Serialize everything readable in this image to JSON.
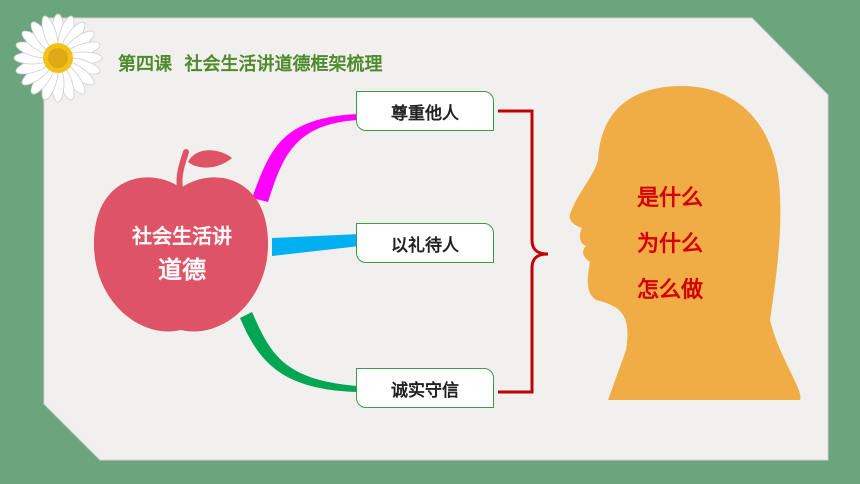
{
  "title": "第四课  社会生活讲道德框架梳理",
  "center": {
    "line1": "社会生活讲",
    "line2": "道德"
  },
  "branches": [
    {
      "label": "尊重他人",
      "color": "#ff00ff"
    },
    {
      "label": "以礼待人",
      "color": "#00b0f0"
    },
    {
      "label": "诚实守信",
      "color": "#00a651"
    }
  ],
  "questions": [
    "是什么",
    "为什么",
    "怎么做"
  ],
  "colors": {
    "background": "#6aa57d",
    "slide": "#f2f0ef",
    "apple": "#de5365",
    "head": "#f0ad45",
    "bracket": "#c00000",
    "title": "#4f8a2c",
    "questions": "#d40000"
  }
}
